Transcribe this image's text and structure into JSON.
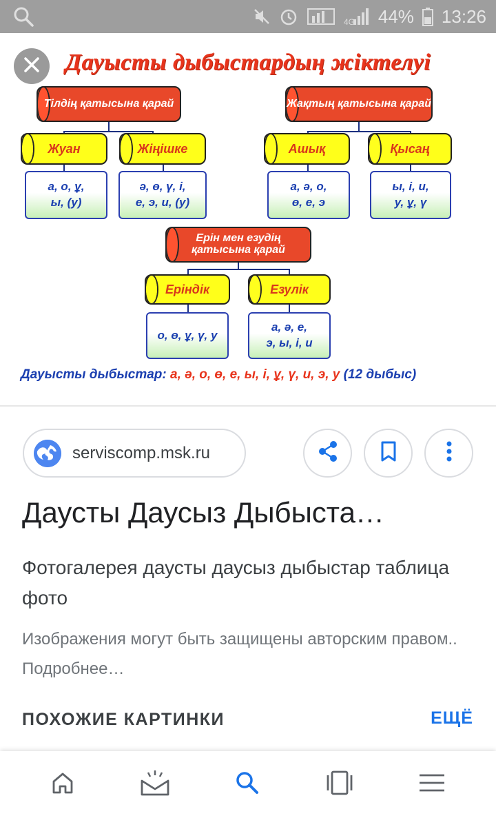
{
  "status_bar": {
    "battery": "44%",
    "time": "13:26",
    "icons": [
      "search-icon",
      "mute-icon",
      "alarm-icon",
      "data-icon",
      "signal-icon",
      "battery-icon"
    ]
  },
  "diagram": {
    "title": "Дауысты дыбыстардың жіктелуі",
    "groups": {
      "tongue": "Тілдің қатысына қарай",
      "jaw": "Жақтың қатысына қарай",
      "lip": "Ерін мен езудің қатысына қарай"
    },
    "categories": {
      "zhuan": {
        "label": "Жуан",
        "sounds_1": "а, о, ұ,",
        "sounds_2": "ы, (у)"
      },
      "zhinishke": {
        "label": "Жіңішке",
        "sounds_1": "ә, ө, ү, і,",
        "sounds_2": "е, э, и, (у)"
      },
      "ashyk": {
        "label": "Ашық",
        "sounds_1": "а, ә, о,",
        "sounds_2": "ө, е, э"
      },
      "kysan": {
        "label": "Қысаң",
        "sounds_1": "ы, і, и,",
        "sounds_2": "у, ұ, ү"
      },
      "erindik": {
        "label": "Еріндік",
        "sounds_1": "о, ө, ұ, ү, у",
        "sounds_2": ""
      },
      "ezulik": {
        "label": "Езулік",
        "sounds_1": "а, ә, е,",
        "sounds_2": "э, ы, і, и"
      }
    },
    "footer": {
      "label": "Дауысты дыбыстар:",
      "values": " а, ә, о, ө, е, ы, і, ұ, ү, и, э, у ",
      "count": "(12 дыбыс)"
    },
    "colors": {
      "title": "#e8341c",
      "cyl_red": "#e8482a",
      "cyl_yellow": "#ffff1a",
      "sound_text": "#1b3fb0",
      "box_gradient": "#c8f0b8"
    }
  },
  "source": {
    "domain": "serviscomp.msk.ru",
    "icon": "globe-icon"
  },
  "actions": {
    "share_icon": "share-icon",
    "bookmark_icon": "bookmark-icon",
    "more_icon": "more-vert-icon"
  },
  "result": {
    "title": "Даусты Даусыз Дыбыста…",
    "description": "Фотогалерея даусты даусыз дыбыстар таблица фото",
    "copyright": "Изображения могут быть защищены авторским правом.. Подробнее…"
  },
  "similar": {
    "label": "ПОХОЖИЕ КАРТИНКИ",
    "more": "ЕЩЁ"
  },
  "bottom_nav": {
    "items": [
      "home-icon",
      "updates-icon",
      "search-icon",
      "tabs-icon",
      "menu-icon"
    ],
    "active_color": "#1a73e8"
  }
}
